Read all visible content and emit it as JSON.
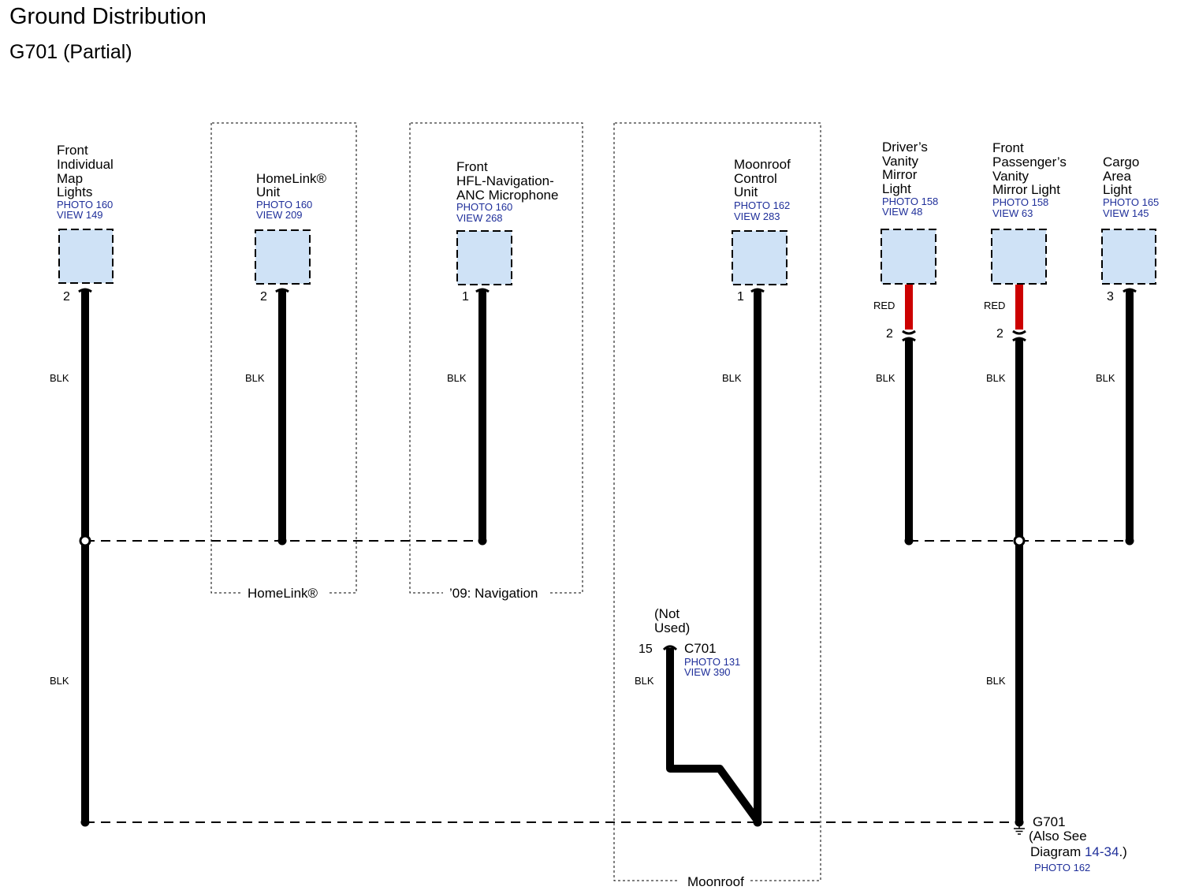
{
  "title": "Ground Distribution",
  "subtitle": "G701 (Partial)",
  "components": [
    {
      "id": "map-lights",
      "name": [
        "Front",
        "Individual",
        "Map",
        "Lights"
      ],
      "photo": "PHOTO 160",
      "view": "VIEW 149",
      "pin": "2",
      "wire": "BLK"
    },
    {
      "id": "homelink",
      "name": [
        "HomeLink®",
        "Unit"
      ],
      "photo": "PHOTO 160",
      "view": "VIEW 209",
      "pin": "2",
      "wire": "BLK"
    },
    {
      "id": "microphone",
      "name": [
        "Front",
        "HFL-Navigation-",
        "ANC Microphone"
      ],
      "photo": "PHOTO 160",
      "view": "VIEW 268",
      "pin": "1",
      "wire": "BLK"
    },
    {
      "id": "moonroof-unit",
      "name": [
        "Moonroof",
        "Control",
        "Unit"
      ],
      "photo": "PHOTO 162",
      "view": "VIEW 283",
      "pin": "1",
      "wire": "BLK"
    },
    {
      "id": "driver-vanity",
      "name": [
        "Driver’s",
        "Vanity",
        "Mirror",
        "Light"
      ],
      "photo": "PHOTO 158",
      "view": "VIEW 48",
      "wire_top": "RED",
      "pin": "2",
      "wire": "BLK"
    },
    {
      "id": "passenger-vanity",
      "name": [
        "Front",
        "Passenger’s",
        "Vanity",
        "Mirror Light"
      ],
      "photo": "PHOTO 158",
      "view": "VIEW 63",
      "wire_top": "RED",
      "pin": "2",
      "wire": "BLK"
    },
    {
      "id": "cargo-light",
      "name": [
        "Cargo",
        "Area",
        "Light"
      ],
      "photo": "PHOTO 165",
      "view": "VIEW 145",
      "pin": "3",
      "wire": "BLK"
    }
  ],
  "options": {
    "homelink": "HomeLink®",
    "navigation": "’09: Navigation",
    "moonroof": "Moonroof"
  },
  "lower_wires": {
    "left": "BLK",
    "right": "BLK"
  },
  "connector": {
    "note": [
      "(Not",
      "Used)"
    ],
    "pin": "15",
    "name": "C701",
    "photo": "PHOTO 131",
    "view": "VIEW 390",
    "wire": "BLK"
  },
  "ground": {
    "name": "G701",
    "note_line1": "(Also See",
    "note_line2_prefix": "Diagram ",
    "note_line2_link": "14-34",
    "note_line2_suffix": ".)",
    "photo": "PHOTO 162"
  },
  "colors": {
    "component_fill": "#cfe2f6",
    "wire_blk": "#000000",
    "wire_red": "#cc0000",
    "reference_text": "#1f2f9a"
  }
}
